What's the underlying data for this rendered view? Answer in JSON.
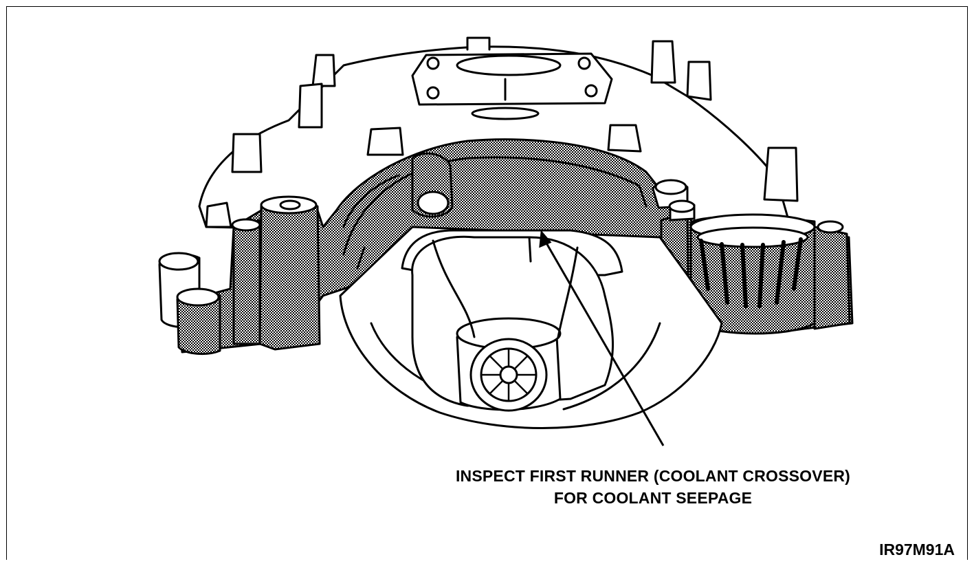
{
  "callout": {
    "line1": "INSPECT FIRST RUNNER (COOLANT CROSSOVER)",
    "line2": "FOR COOLANT SEEPAGE"
  },
  "figure_id": "IR97M91A",
  "colors": {
    "ink": "#000000",
    "paper": "#ffffff",
    "shade": "#c8c8c8"
  },
  "icons": {
    "manifold": "intake-manifold-illustration",
    "leader": "leader-line-arrow"
  }
}
